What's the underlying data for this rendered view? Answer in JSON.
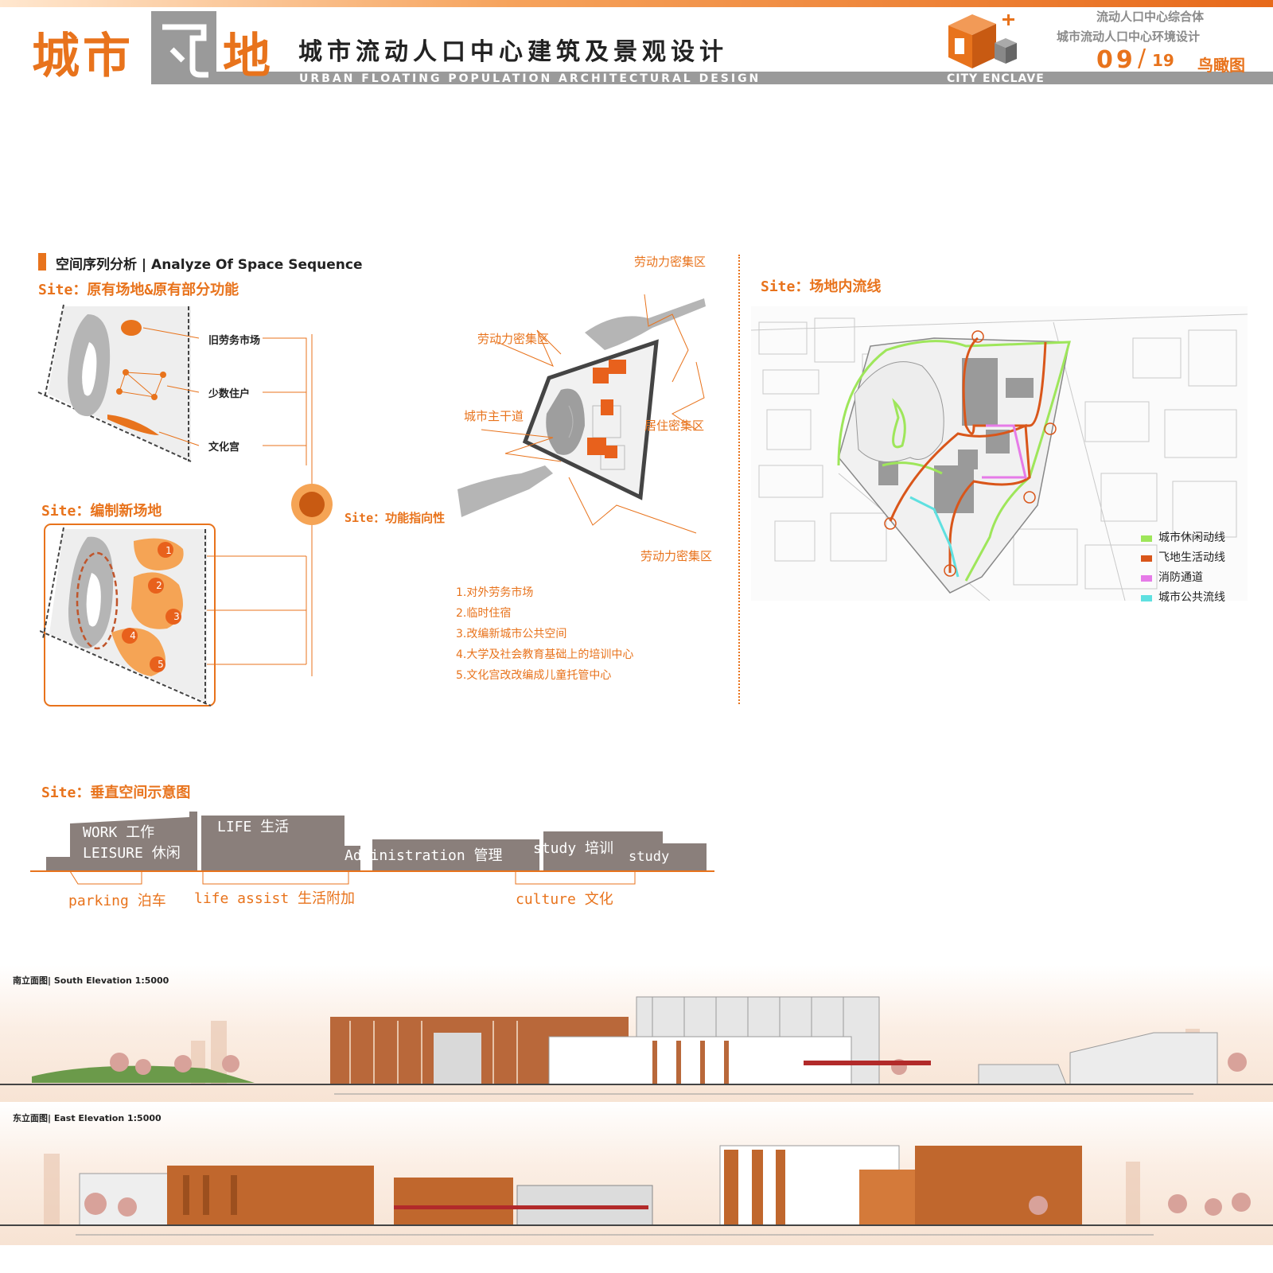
{
  "header": {
    "title_part1": "城市",
    "title_part2": "地",
    "title_fei_glyph": "飞",
    "subtitle_cn": "城市流动人口中心建筑及景观设计",
    "subtitle_en": "URBAN FLOATING  POPULATION ARCHITECTURAL DESIGN",
    "logo_text": "CITY ENCLAVE",
    "project_line1": "流动人口中心综合体",
    "project_line2": "城市流动人口中心环境设计",
    "page_number": "09",
    "page_total": "19",
    "page_label": "鸟瞰图",
    "colors": {
      "accent": "#e8731c",
      "band": "#9a9a9a"
    }
  },
  "space_sequence": {
    "heading": "空间序列分析 | Analyze Of Space Sequence",
    "original_site": {
      "title": "Site：原有场地&原有部分功能",
      "labels": [
        "旧劳务市场",
        "少数住户",
        "文化宫"
      ]
    },
    "new_site": {
      "title": "Site：编制新场地",
      "zones": [
        "1",
        "2",
        "3",
        "4",
        "5"
      ]
    },
    "function_title": "Site：功能指向性",
    "map_labels": [
      "劳动力密集区",
      "劳动力密集区",
      "城市主干道",
      "居住密集区",
      "劳动力密集区"
    ],
    "function_list": [
      "1.对外劳务市场",
      "2.临时住宿",
      "3.改编新城市公共空间",
      "4.大学及社会教育基础上的培训中心",
      "5.文化宫改改编成儿童托管中心"
    ]
  },
  "circulation": {
    "title": "Site：场地内流线",
    "legend": [
      {
        "label": "城市休闲动线",
        "color": "#9ee65a"
      },
      {
        "label": "飞地生活动线",
        "color": "#d9561a"
      },
      {
        "label": "消防通道",
        "color": "#e67be8"
      },
      {
        "label": "城市公共流线",
        "color": "#5fe0e0"
      }
    ]
  },
  "vertical": {
    "title": "Site：垂直空间示意图",
    "blocks": [
      "WORK 工作",
      "LEISURE 休闲",
      "LIFE 生活",
      "Administration 管理",
      "study 培训",
      "study"
    ],
    "below": [
      "parking 泊车",
      "life assist 生活附加",
      "culture 文化"
    ]
  },
  "elevations": {
    "south_label": "南立面图| South Elevation 1:5000",
    "east_label": "东立面图| East Elevation 1:5000"
  }
}
